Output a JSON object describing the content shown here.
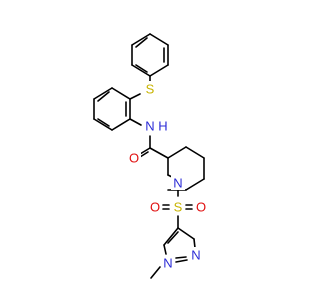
{
  "molecule": {
    "atoms": {
      "S_thio": "S",
      "N_amide": "N",
      "H_amide": "H",
      "O_amide": "O",
      "N_pip": "N",
      "S_sulf": "S",
      "O_sulf_left": "O",
      "O_sulf_right": "O",
      "N_pyr_2": "N",
      "N_pyr_1": "N"
    },
    "colors": {
      "carbon": "#000000",
      "nitrogen": "#2b2bd6",
      "oxygen": "#e01010",
      "sulfur": "#c8b400"
    }
  }
}
